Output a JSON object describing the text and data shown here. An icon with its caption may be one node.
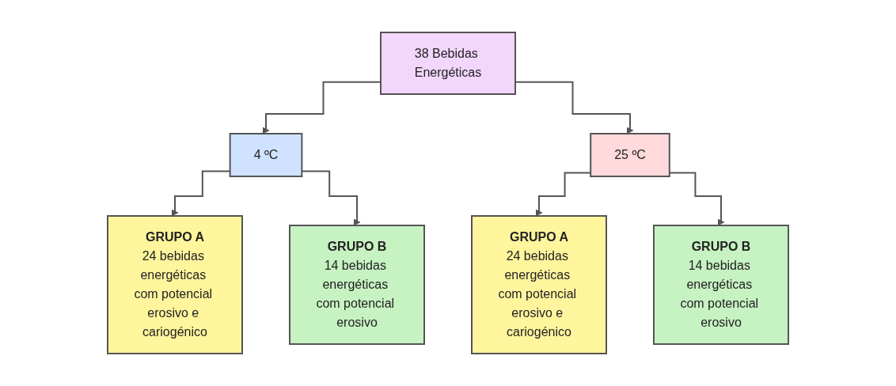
{
  "diagram": {
    "nodes": [
      {
        "text": [
          "38 Bebidas Energéticas"
        ]
      },
      {
        "text": [
          "4 ºC"
        ]
      },
      {
        "text": [
          "25 ºC"
        ]
      },
      {
        "text": [
          "GRUPO A",
          "24 bebidas energéticas com potencial erosivo e cariogénico"
        ]
      },
      {
        "text": [
          "GRUPO B",
          "14 bebidas energéticas com potencial erosivo"
        ]
      },
      {
        "text": [
          "GRUPO A",
          "24 bebidas energéticas com potencial erosivo e cariogénico"
        ]
      },
      {
        "text": [
          "GRUPO B",
          "14 bebidas energéticas com potencial erosivo"
        ]
      }
    ],
    "edges": [
      {
        "from": 0,
        "to": 1,
        "arrow": "to"
      },
      {
        "from": 0,
        "to": 2,
        "arrow": "to"
      },
      {
        "from": 1,
        "to": 3,
        "arrow": "to"
      },
      {
        "from": 1,
        "to": 4,
        "arrow": "to"
      },
      {
        "from": 2,
        "to": 5,
        "arrow": "to"
      },
      {
        "from": 2,
        "to": 6,
        "arrow": "to"
      }
    ]
  }
}
